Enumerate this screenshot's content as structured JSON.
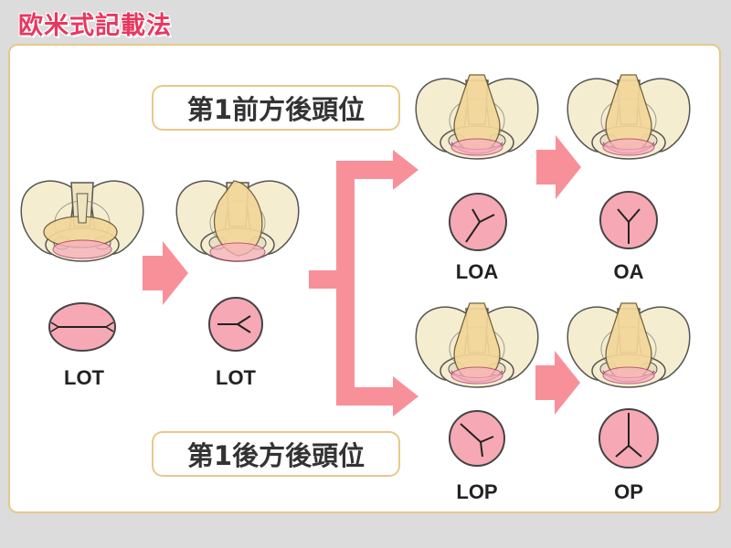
{
  "title": "欧米式記載法",
  "labels": {
    "anterior": "第1前方後頭位",
    "posterior": "第1後方後頭位"
  },
  "positions": {
    "start1": "LOT",
    "start2": "LOT",
    "loa": "LOA",
    "oa": "OA",
    "lop": "LOP",
    "op": "OP"
  },
  "colors": {
    "title": "#e8375f",
    "arrow": "#f8909a",
    "bone": "#f5edd0",
    "fetal_head": "#f3d79a",
    "outline": "#555555",
    "panel_border": "#e5c98a"
  }
}
